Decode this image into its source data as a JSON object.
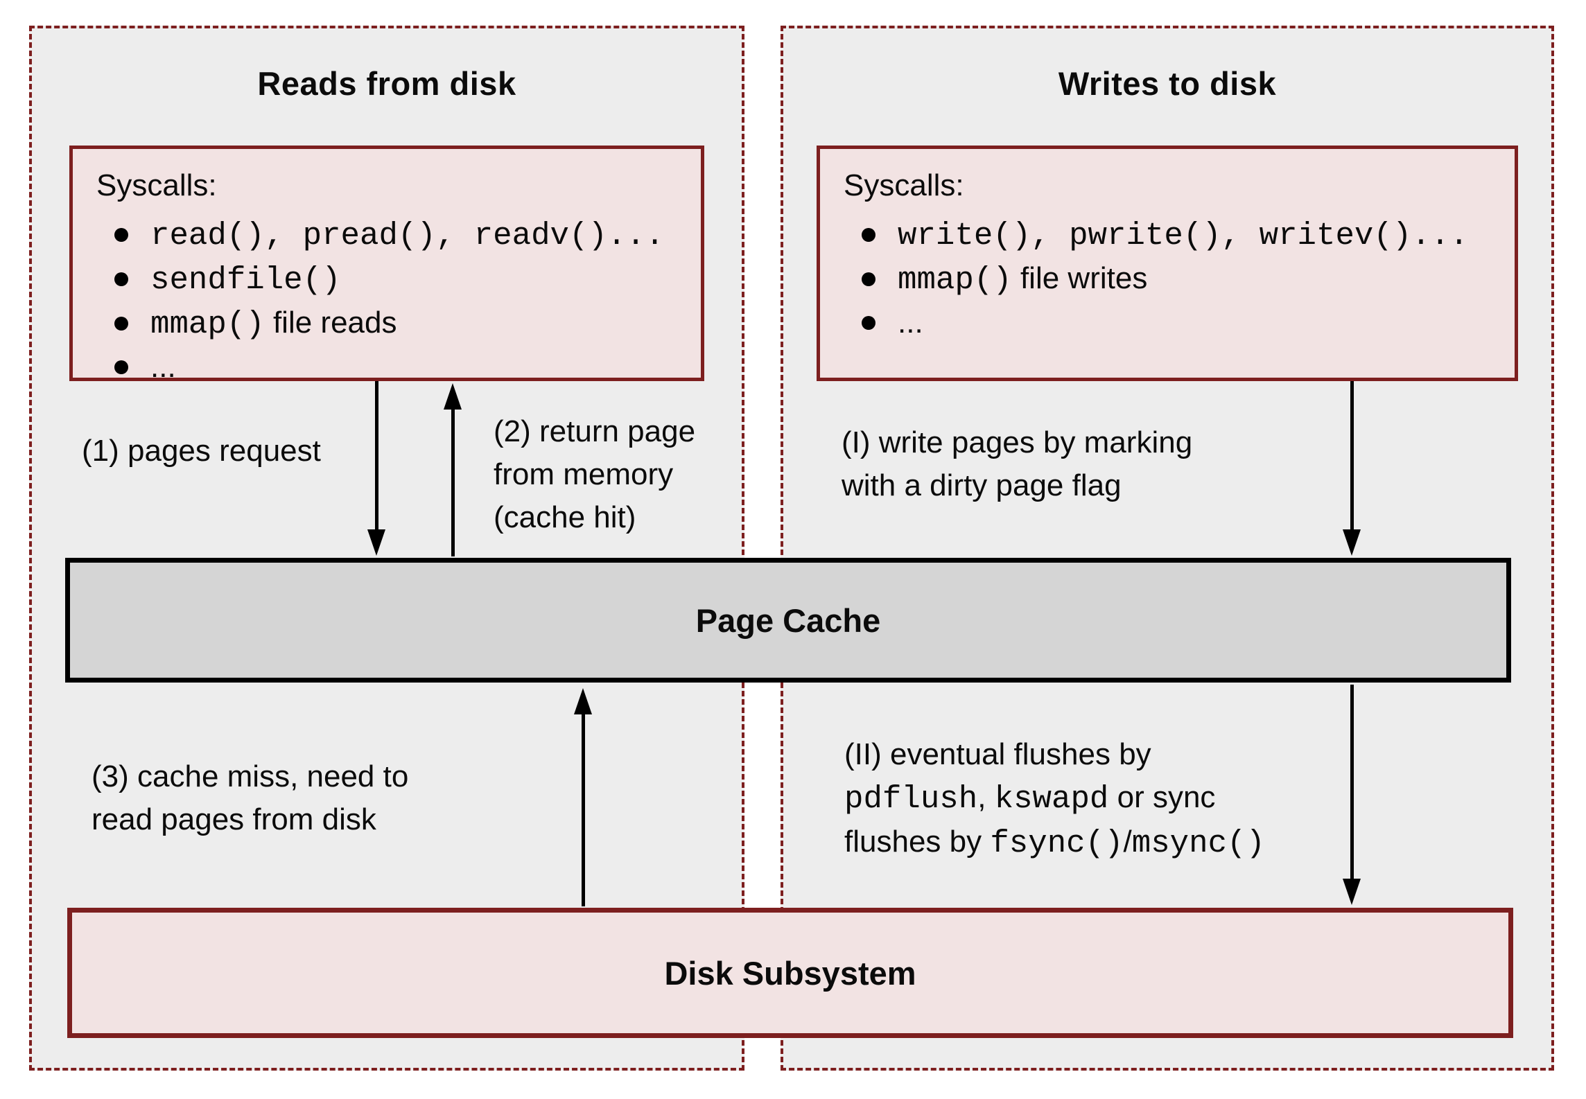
{
  "panels": {
    "reads": {
      "title": "Reads from disk",
      "syscalls": {
        "heading": "Syscalls:",
        "items": [
          [
            {
              "t": "mono",
              "v": "read(), pread(), readv()..."
            }
          ],
          [
            {
              "t": "mono",
              "v": "sendfile()"
            }
          ],
          [
            {
              "t": "mono",
              "v": "mmap()"
            },
            {
              "t": "sans",
              "v": " file reads"
            }
          ],
          [
            {
              "t": "sans",
              "v": "..."
            }
          ]
        ]
      }
    },
    "writes": {
      "title": "Writes to disk",
      "syscalls": {
        "heading": "Syscalls:",
        "items": [
          [
            {
              "t": "mono",
              "v": "write(), pwrite(), writev()..."
            }
          ],
          [
            {
              "t": "mono",
              "v": "mmap()"
            },
            {
              "t": "sans",
              "v": " file writes"
            }
          ],
          [
            {
              "t": "sans",
              "v": "..."
            }
          ]
        ]
      }
    }
  },
  "nodes": {
    "page_cache": "Page Cache",
    "disk_subsystem": "Disk Subsystem"
  },
  "flow_labels": {
    "pages_request": [
      {
        "t": "sans",
        "v": "(1) pages request"
      }
    ],
    "return_page": [
      {
        "t": "sans",
        "v": "(2) return page\nfrom memory\n(cache hit)"
      }
    ],
    "write_dirty": [
      {
        "t": "sans",
        "v": "(I) write pages by marking\nwith a dirty page flag"
      }
    ],
    "cache_miss": [
      {
        "t": "sans",
        "v": "(3) cache miss, need to\nread pages from disk"
      }
    ],
    "flush": [
      {
        "t": "sans",
        "v": "(II) eventual flushes by\n"
      },
      {
        "t": "mono",
        "v": "pdflush"
      },
      {
        "t": "sans",
        "v": ", "
      },
      {
        "t": "mono",
        "v": "kswapd"
      },
      {
        "t": "sans",
        "v": " or sync\nflushes by "
      },
      {
        "t": "mono",
        "v": "fsync()"
      },
      {
        "t": "sans",
        "v": "/"
      },
      {
        "t": "mono",
        "v": "msync()"
      }
    ]
  },
  "colors": {
    "maroon_border": "#7d1f1f",
    "panel_fill": "#ededed",
    "box_fill": "#f2e3e3",
    "cache_fill": "#d5d5d5",
    "arrow": "#000000"
  }
}
